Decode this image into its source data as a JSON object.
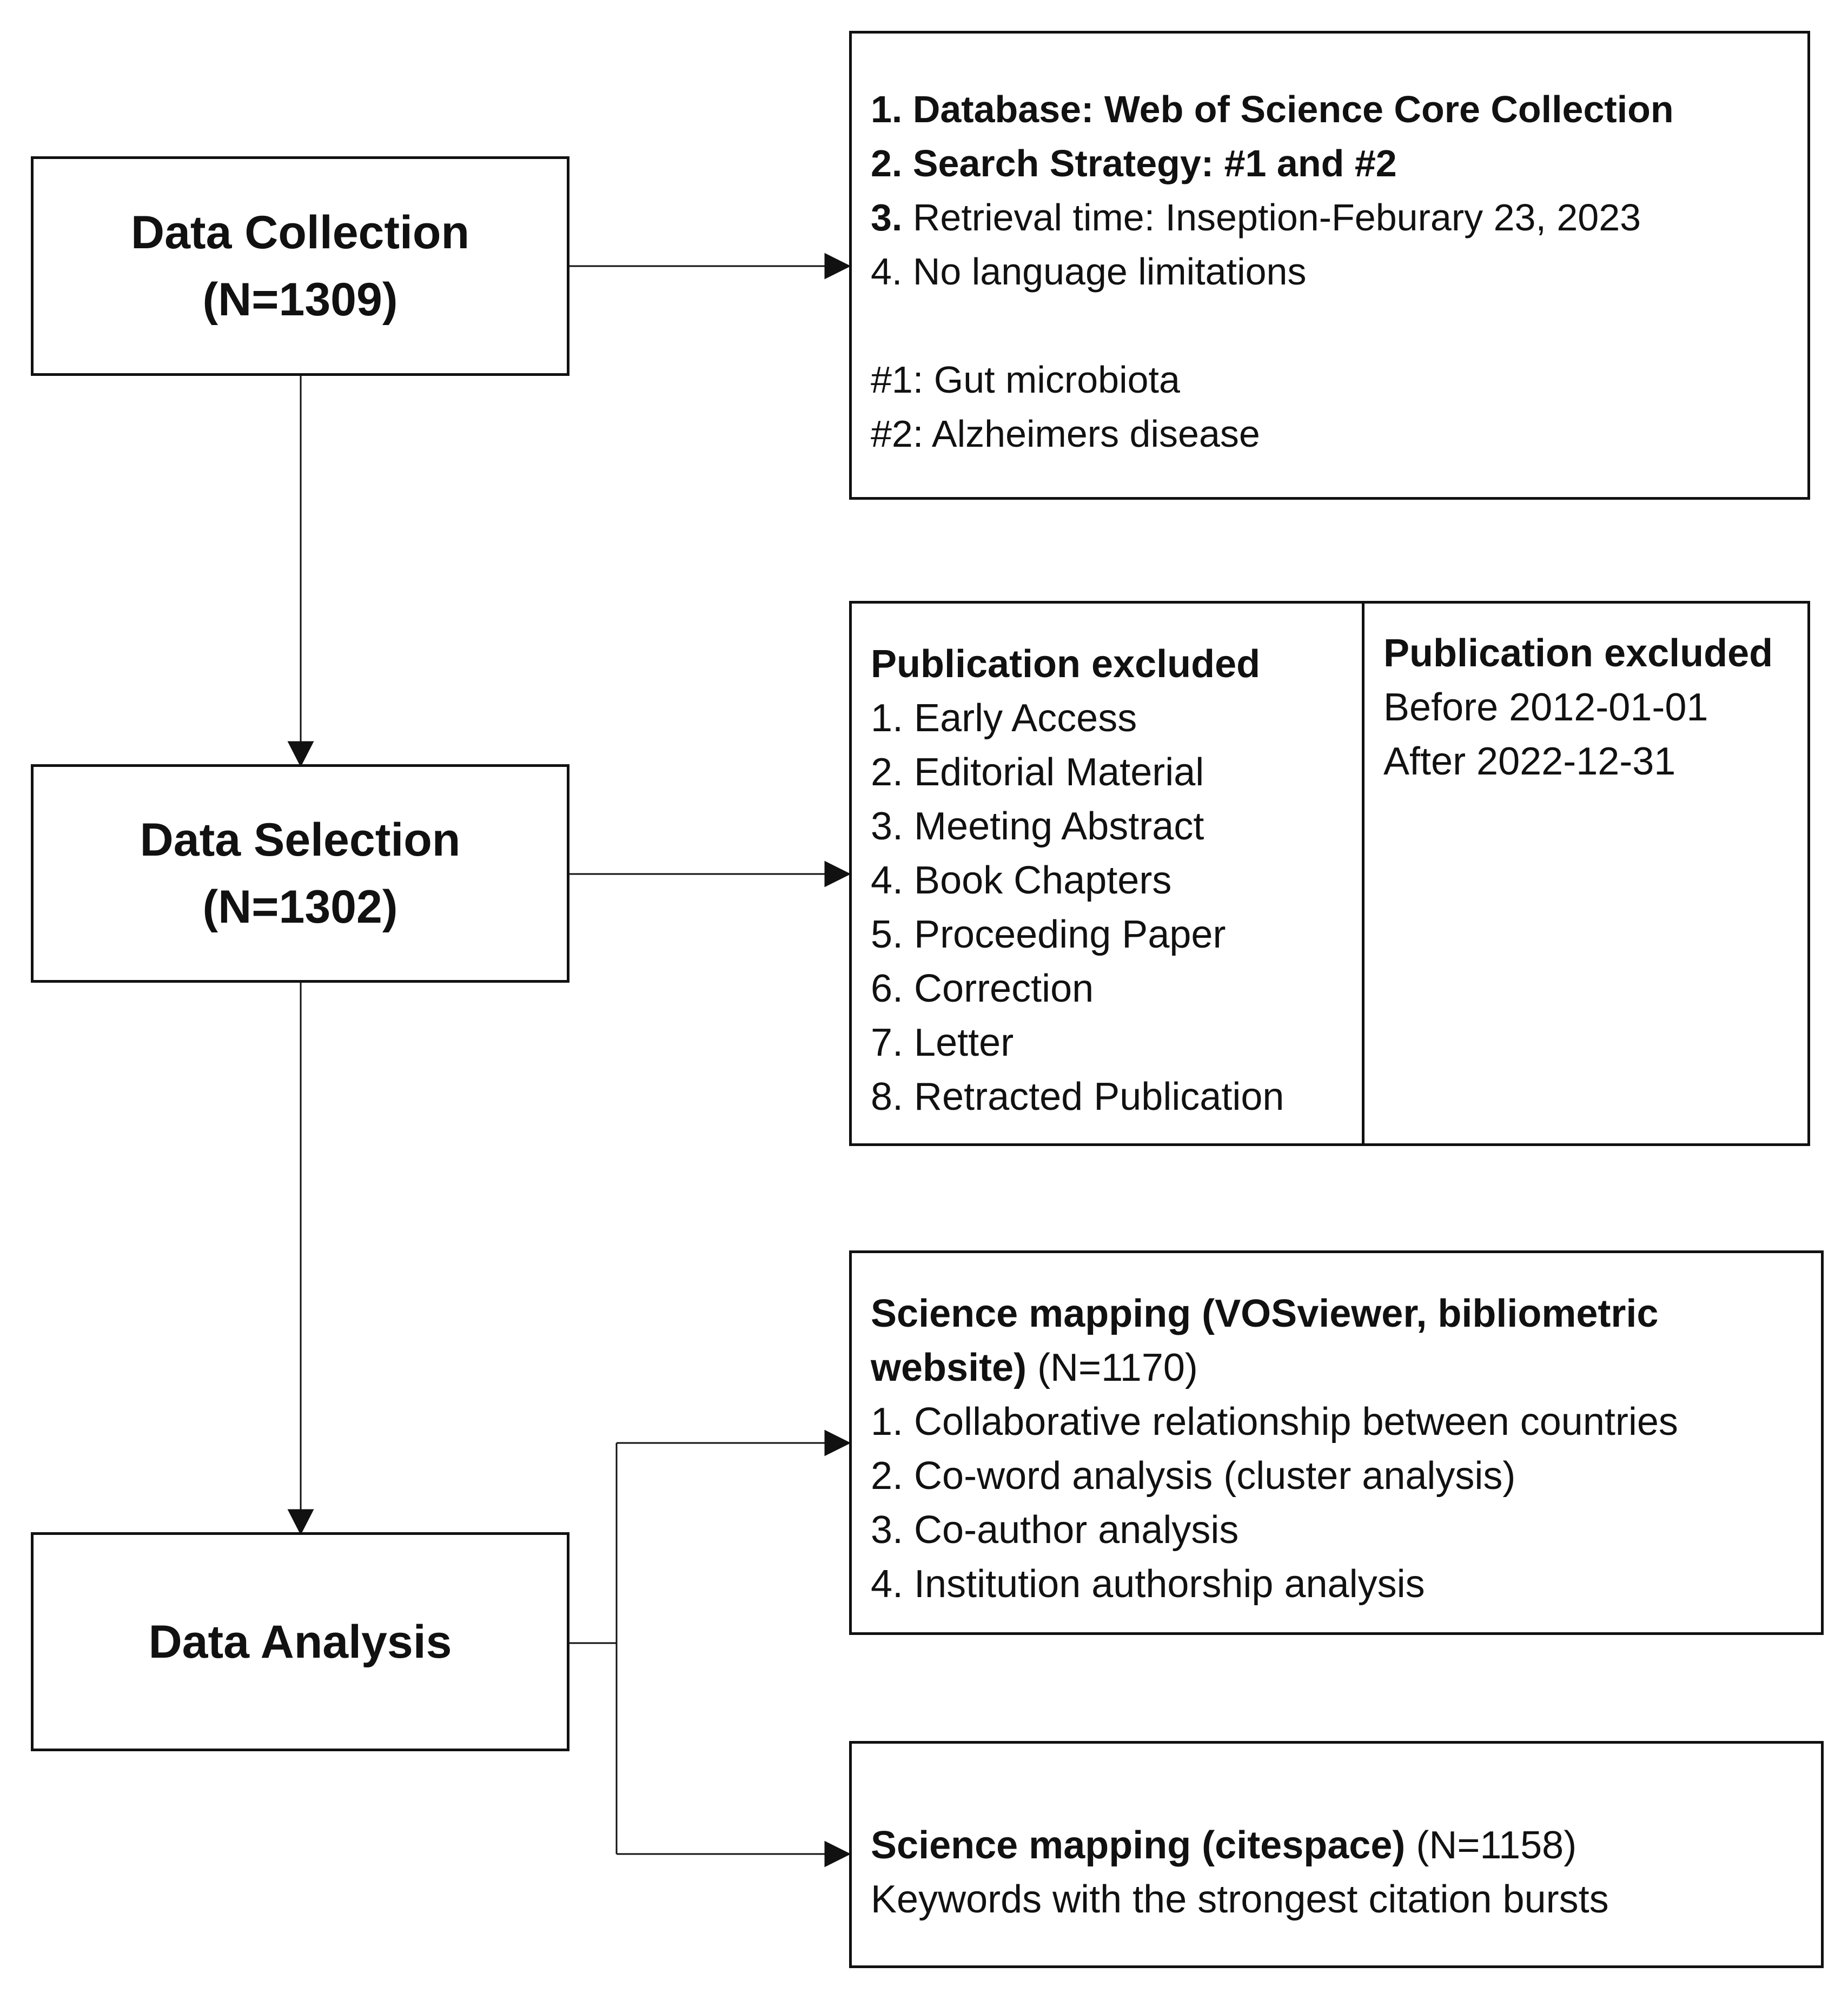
{
  "stages": {
    "collection": {
      "title": "Data Collection",
      "count": "(N=1309)"
    },
    "selection": {
      "title": "Data Selection",
      "count": "(N=1302)"
    },
    "analysis": {
      "title": "Data Analysis"
    }
  },
  "collection_details": {
    "line1": "1. Database: Web of Science Core Collection",
    "line2": "2. Search Strategy: #1 and #2",
    "line3_num": "3.",
    "line3_text": " Retrieval time: Inseption-Feburary 23, 2023",
    "line4": "4. No language limitations",
    "query1": "#1: Gut microbiota",
    "query2": "#2: Alzheimers disease"
  },
  "selection_details": {
    "types_heading": "Publication excluded",
    "types": [
      "1. Early Access",
      "2. Editorial Material",
      "3. Meeting Abstract",
      "4. Book Chapters",
      "5. Proceeding Paper",
      "6. Correction",
      "7. Letter",
      "8. Retracted Publication"
    ],
    "dates_heading": "Publication excluded",
    "dates": [
      "Before 2012-01-01",
      "After 2022-12-31"
    ]
  },
  "analysis_details": {
    "vos_heading_line1": "Science mapping (VOSviewer, bibliometric",
    "vos_heading_line2": "website)",
    "vos_count": " (N=1170)",
    "vos_items": [
      "1. Collaborative relationship between countries",
      "2. Co-word analysis (cluster analysis)",
      "3. Co-author analysis",
      "4. Institution authorship analysis"
    ],
    "cite_heading": "Science mapping (citespace)",
    "cite_count": " (N=1158)",
    "cite_item": "Keywords with the strongest citation bursts"
  }
}
